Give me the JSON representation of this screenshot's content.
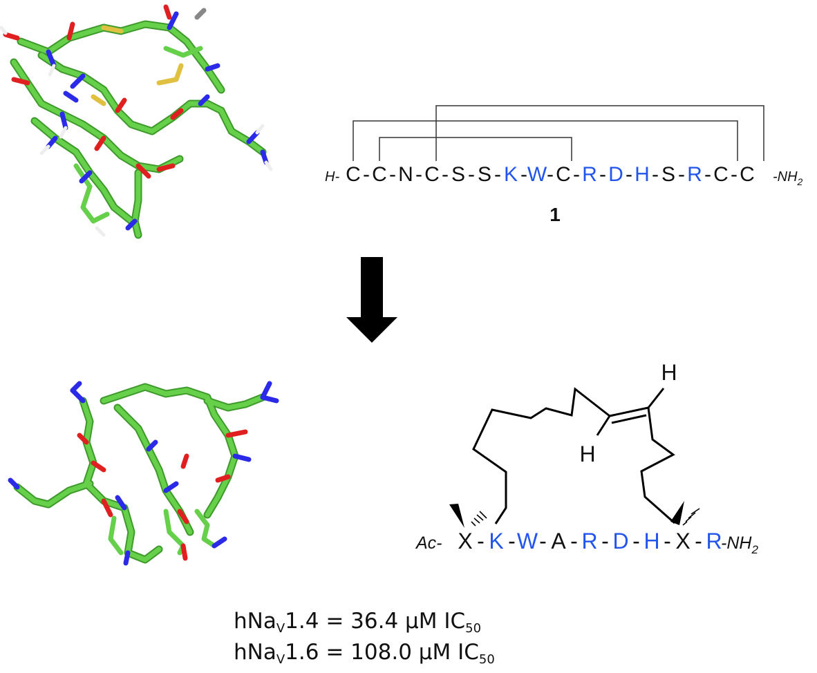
{
  "colors": {
    "carbon": "#66d04a",
    "carbon_dark": "#3d9a2a",
    "nitrogen": "#2a2ae8",
    "oxygen": "#e02020",
    "sulfur": "#e0c040",
    "hydrogen": "#eeeeee",
    "highlight_residue": "#2255ee",
    "text": "#111111"
  },
  "top_peptide": {
    "n_term": "H-",
    "residues": [
      "C",
      "C",
      "N",
      "C",
      "S",
      "S",
      "K",
      "W",
      "C",
      "R",
      "D",
      "H",
      "S",
      "R",
      "C",
      "C"
    ],
    "highlighted": [
      false,
      false,
      false,
      false,
      false,
      false,
      true,
      true,
      false,
      true,
      true,
      true,
      false,
      true,
      false,
      false
    ],
    "c_term": "-NH",
    "c_term_sub": "2",
    "compound_number": "1"
  },
  "bottom_peptide": {
    "n_term": "Ac-",
    "residues": [
      "X",
      "K",
      "W",
      "A",
      "R",
      "D",
      "H",
      "X",
      "R"
    ],
    "highlighted": [
      false,
      true,
      true,
      false,
      true,
      true,
      true,
      false,
      true
    ],
    "c_term": "-NH",
    "c_term_sub": "2",
    "alkene_h_top": "H",
    "alkene_h_bottom": "H"
  },
  "activity": [
    {
      "target": "hNa",
      "target_sub": "V",
      "version": "1.4",
      "value": "= 36.4 μM IC",
      "sub": "50"
    },
    {
      "target": "hNa",
      "target_sub": "V",
      "version": "1.6",
      "value": "= 108.0 μM IC",
      "sub": "50"
    }
  ]
}
